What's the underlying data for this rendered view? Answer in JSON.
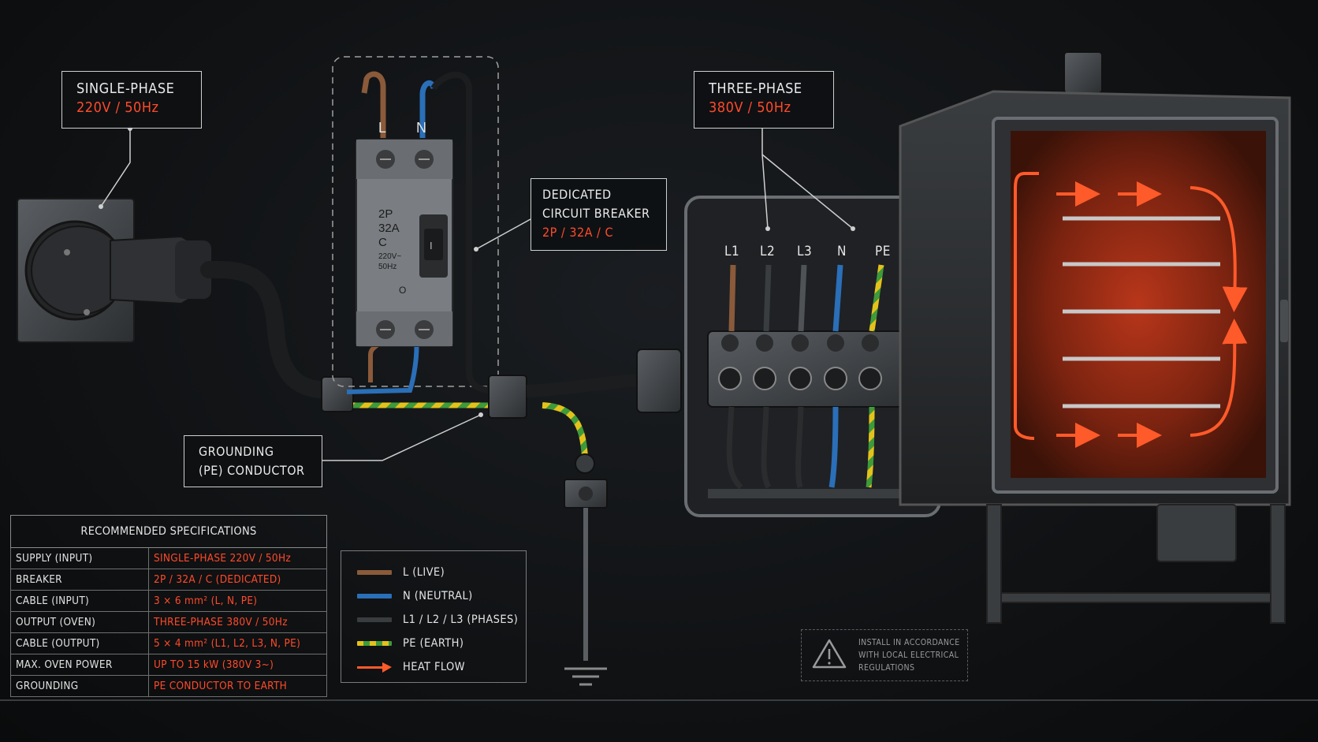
{
  "single_phase": {
    "title": "SINGLE-PHASE",
    "value": "220V / 50Hz"
  },
  "three_phase": {
    "title": "THREE-PHASE",
    "value": "380V / 50Hz"
  },
  "breaker_callout": {
    "line1": "DEDICATED",
    "line2": "CIRCUIT BREAKER",
    "value": "2P / 32A / C"
  },
  "grounding_callout": {
    "line1": "GROUNDING",
    "line2": "(PE) CONDUCTOR"
  },
  "breaker_device": {
    "terminal_l": "L",
    "terminal_n": "N",
    "rating1": "2P",
    "rating2": "32A",
    "rating3": "C",
    "rating4": "220V~",
    "rating5": "50Hz",
    "switch_on": "I",
    "switch_off": "O"
  },
  "terminal_labels": [
    "L1",
    "L2",
    "L3",
    "N",
    "PE"
  ],
  "specs": {
    "title": "RECOMMENDED SPECIFICATIONS",
    "rows": [
      {
        "key": "SUPPLY (INPUT)",
        "value": "SINGLE-PHASE 220V / 50Hz"
      },
      {
        "key": "BREAKER",
        "value": "2P / 32A / C (DEDICATED)"
      },
      {
        "key": "CABLE (INPUT)",
        "value": "3 × 6 mm² (L, N, PE)"
      },
      {
        "key": "OUTPUT (OVEN)",
        "value": "THREE-PHASE 380V / 50Hz"
      },
      {
        "key": "CABLE (OUTPUT)",
        "value": "5 × 4 mm² (L1, L2, L3, N, PE)"
      },
      {
        "key": "MAX. OVEN POWER",
        "value": "UP TO 15 kW (380V 3~)"
      },
      {
        "key": "GROUNDING",
        "value": "PE CONDUCTOR TO EARTH"
      }
    ]
  },
  "legend": [
    {
      "label": "L (LIVE)",
      "color": "#8a5a3a",
      "icon": "live-wire-swatch"
    },
    {
      "label": "N (NEUTRAL)",
      "color": "#2a6fb8",
      "icon": "neutral-wire-swatch"
    },
    {
      "label": "L1 / L2 / L3 (PHASES)",
      "color": "#3a3d40",
      "icon": "phase-wire-swatch"
    },
    {
      "label": "PE (EARTH)",
      "color": "#e3c21c",
      "icon": "earth-wire-swatch"
    },
    {
      "label": "HEAT FLOW",
      "color": "#ff5a2a",
      "icon": "heat-arrow-icon"
    }
  ],
  "notice": {
    "line1": "INSTALL IN ACCORDANCE",
    "line2": "WITH LOCAL ELECTRICAL",
    "line3": "REGULATIONS",
    "icon": "warning-icon"
  },
  "colors": {
    "accent": "#ff4a2a",
    "live": "#8a5a3a",
    "neutral": "#2a6fb8",
    "earth_yellow": "#e3c21c",
    "earth_green": "#3f9a3a"
  }
}
